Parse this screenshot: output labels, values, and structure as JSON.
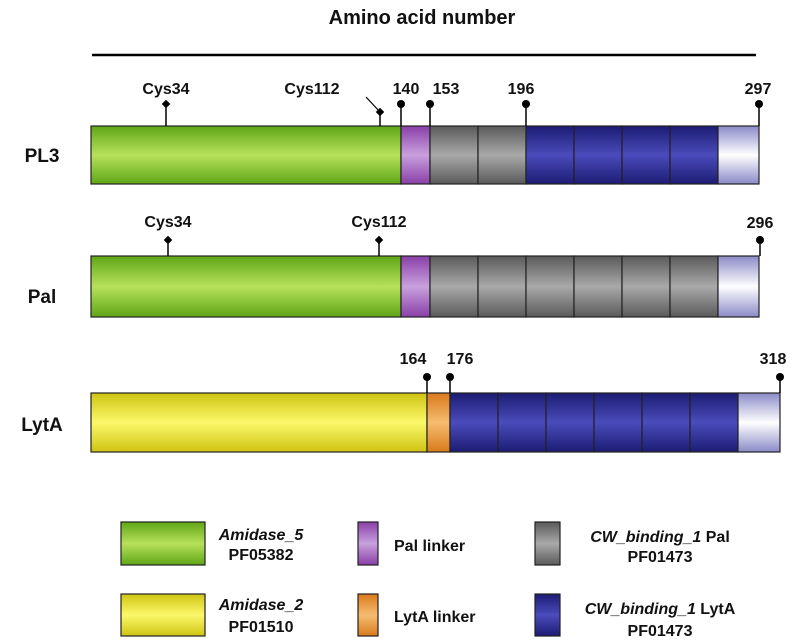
{
  "title": "Amino acid number",
  "proteins": [
    {
      "name": "PL3",
      "markers": [
        {
          "label": "Cys34",
          "style": "diamond"
        },
        {
          "label": "Cys112",
          "style": "diamond"
        },
        {
          "label": "140",
          "style": "dot"
        },
        {
          "label": "153",
          "style": "dot"
        },
        {
          "label": "196",
          "style": "dot"
        },
        {
          "label": "297",
          "style": "dot"
        }
      ]
    },
    {
      "name": "Pal",
      "markers": [
        {
          "label": "Cys34",
          "style": "diamond"
        },
        {
          "label": "Cys112",
          "style": "diamond"
        },
        {
          "label": "296",
          "style": "dot"
        }
      ]
    },
    {
      "name": "LytA",
      "markers": [
        {
          "label": "164",
          "style": "dot"
        },
        {
          "label": "176",
          "style": "dot"
        },
        {
          "label": "318",
          "style": "dot"
        }
      ]
    }
  ],
  "legend": [
    {
      "key": "amidase5",
      "name": "Amidase_5",
      "suffix": "",
      "id": "PF05382",
      "color": "#7cc22a"
    },
    {
      "key": "pal_linker",
      "name": "Pal linker",
      "suffix": "",
      "id": "",
      "color": "#a067b8"
    },
    {
      "key": "cw_pal",
      "name": "CW_binding_1",
      "suffix": " Pal",
      "id": "PF01473",
      "color": "#7a7a7a"
    },
    {
      "key": "amidase2",
      "name": "Amidase_2",
      "suffix": "",
      "id": "PF01510",
      "color": "#e8e020"
    },
    {
      "key": "lyta_linker",
      "name": "LytA linker",
      "suffix": "",
      "id": "",
      "color": "#ef9a3a"
    },
    {
      "key": "cw_lyta",
      "name": "CW_binding_1",
      "suffix": " LytA",
      "id": "PF01473",
      "color": "#2f2f8f"
    }
  ]
}
